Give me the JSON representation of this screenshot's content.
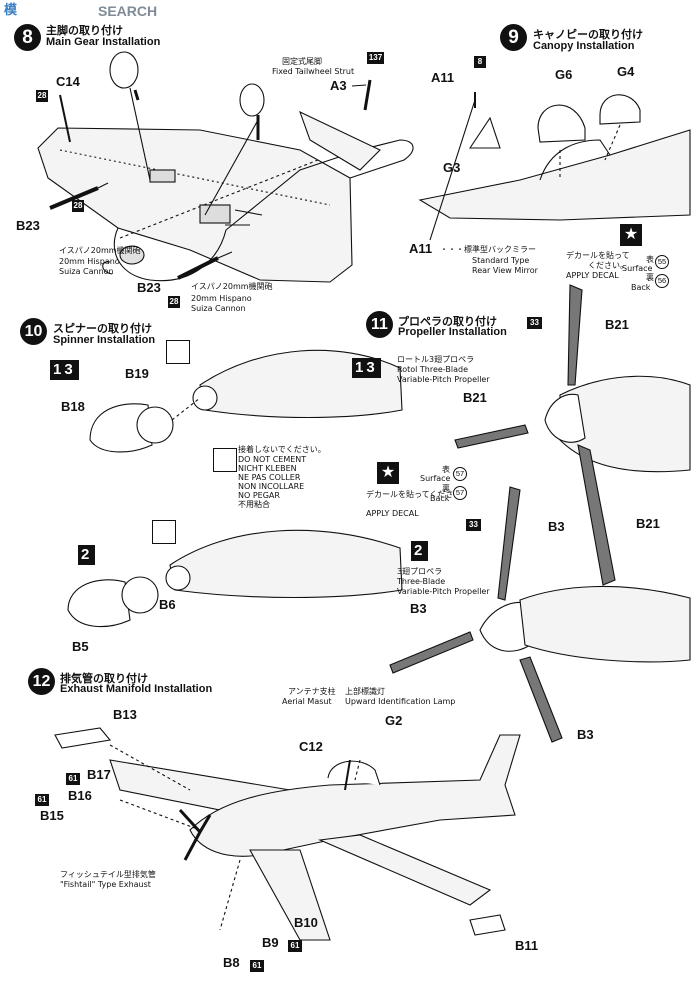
{
  "watermark": {
    "glyphs": "模",
    "text": "SEARCH"
  },
  "step8": {
    "number": "8",
    "title_jp": "主脚の取り付け",
    "title_en": "Main Gear Installation",
    "strut_jp": "固定式尾脚",
    "strut_en": "Fixed Tailwheel Strut",
    "cannon_jp": "イスパノ20mm機関砲",
    "cannon_en1": "20mm Hispano",
    "cannon_en2": "Suiza Cannon",
    "parts": {
      "c14": "C14",
      "a3": "A3",
      "b23a": "B23",
      "b23b": "B23"
    },
    "boxes": {
      "b28a": "28",
      "b28b": "28",
      "b28c": "28",
      "b137": "137"
    }
  },
  "step9": {
    "number": "9",
    "title_jp": "キャノピーの取り付け",
    "title_en": "Canopy Installation",
    "parts": {
      "a11": "A11",
      "g6": "G6",
      "g4": "G4",
      "g3": "G3"
    },
    "box8": "8",
    "mirror_label": "A11",
    "mirror_jp": "・・・標準型バックミラー",
    "mirror_en1": "Standard Type",
    "mirror_en2": "Rear View Mirror",
    "decal_jp1": "デカールを貼って",
    "decal_jp2": "ください。",
    "decal_en": "APPLY DECAL",
    "surface_jp": "表",
    "surface_en": "Surface",
    "surface_no": "55",
    "back_jp": "裏",
    "back_en": "Back",
    "back_no": "56",
    "star": "★"
  },
  "step10": {
    "number": "10",
    "title_jp": "スピナーの取り付け",
    "title_en": "Spinner Installation",
    "variants_a": "13",
    "variants_b": "2",
    "parts": {
      "b19": "B19",
      "b18": "B18",
      "b6": "B6",
      "b5": "B5"
    },
    "nocement": [
      "接着しないでください。",
      "DO NOT CEMENT",
      "NICHT KLEBEN",
      "NE PAS COLLER",
      "NON INCOLLARE",
      "NO PEGAR",
      "不用粘合"
    ]
  },
  "step11": {
    "number": "11",
    "title_jp": "プロペラの取り付け",
    "title_en": "Propeller Installation",
    "variants_a": "13",
    "variants_b": "2",
    "rotol_jp": "ロートル3翅プロペラ",
    "rotol_en1": "Rotol Three-Blade",
    "rotol_en2": "Variable-Pitch Propeller",
    "three_jp": "3翅プロペラ",
    "three_en1": "Three-Blade",
    "three_en2": "Variable-Pitch Propeller",
    "decal_jp": "デカールを貼ってください。",
    "decal_en": "APPLY DECAL",
    "surface_jp": "表",
    "surface_en": "Surface",
    "surface_no": "57",
    "back_jp": "裏",
    "back_en": "Back",
    "back_no": "57",
    "star": "★",
    "parts": {
      "b21a": "B21",
      "b21b": "B21",
      "b21c": "B21",
      "b3a": "B3",
      "b3b": "B3",
      "b3c": "B3"
    },
    "boxes": {
      "b33a": "33",
      "b33b": "33"
    }
  },
  "step12": {
    "number": "12",
    "title_jp": "排気管の取り付け",
    "title_en": "Exhaust Manifold Installation",
    "aerial_jp": "アンテナ支柱",
    "aerial_en": "Aerial Masut",
    "lamp_jp": "上部標識灯",
    "lamp_en": "Upward Identification Lamp",
    "fishtail_jp": "フィッシュテイル型排気管",
    "fishtail_en": "\"Fishtail\" Type Exhaust",
    "parts": {
      "b13": "B13",
      "c12": "C12",
      "g2": "G2",
      "b17": "B17",
      "b16": "B16",
      "b15": "B15",
      "b10": "B10",
      "b9": "B9",
      "b8": "B8",
      "b11": "B11"
    },
    "boxes": {
      "b61a": "61",
      "b61b": "61",
      "b61c": "61",
      "b61d": "61"
    }
  }
}
